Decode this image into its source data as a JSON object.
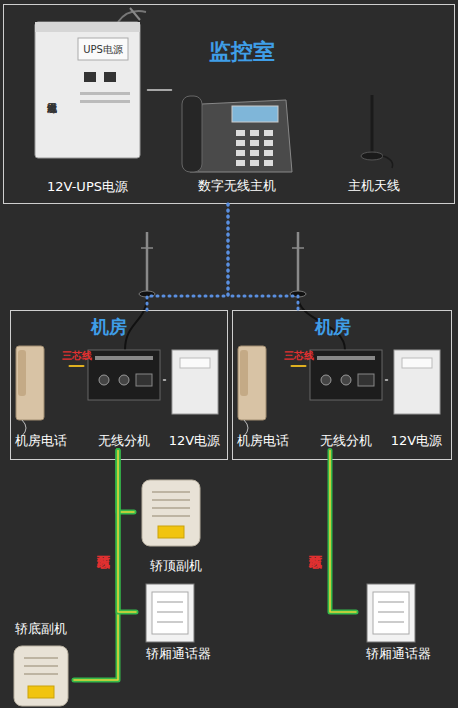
{
  "diagram": {
    "nodes": [
      {
        "text": [
          "监控室"
        ]
      },
      {
        "text": [
          "12V-UPS电源"
        ],
        "in": 0
      },
      {
        "text": [
          "数字无线主机"
        ],
        "in": 0
      },
      {
        "text": [
          "主机天线"
        ],
        "in": 0
      },
      {
        "text": [
          "机房"
        ]
      },
      {
        "text": [
          "机房电话"
        ],
        "in": 4
      },
      {
        "text": [
          "无线分机"
        ],
        "in": 4
      },
      {
        "text": [
          "12V电源"
        ],
        "in": 4
      },
      {
        "text": [
          "机房"
        ]
      },
      {
        "text": [
          "机房电话"
        ],
        "in": 8
      },
      {
        "text": [
          "无线分机"
        ],
        "in": 8
      },
      {
        "text": [
          "12V电源"
        ],
        "in": 8
      },
      {
        "text": [
          "轿顶副机"
        ]
      },
      {
        "text": [
          "轿底副机"
        ]
      },
      {
        "text": [
          "轿厢通话器"
        ]
      },
      {
        "text": [
          "轿厢通话器"
        ]
      }
    ],
    "edges": [
      {
        "from": 1,
        "to": 2,
        "arrow": "none"
      },
      {
        "from": 0,
        "to": 4,
        "arrow": "none"
      },
      {
        "from": 0,
        "to": 8,
        "arrow": "none"
      },
      {
        "from": 5,
        "to": 6,
        "arrow": "none",
        "label": "三芯线"
      },
      {
        "from": 6,
        "to": 7,
        "arrow": "none"
      },
      {
        "from": 9,
        "to": 10,
        "arrow": "none",
        "label": "三芯线"
      },
      {
        "from": 10,
        "to": 11,
        "arrow": "none"
      },
      {
        "from": 6,
        "to": 12,
        "arrow": "none"
      },
      {
        "from": 6,
        "to": 13,
        "arrow": "none",
        "label": "两芯线"
      },
      {
        "from": 6,
        "to": 14,
        "arrow": "none"
      },
      {
        "from": 10,
        "to": 15,
        "arrow": "none",
        "label": "两芯线"
      }
    ],
    "labels": [
      "UPS电源",
      "无线对讲专用电源"
    ]
  }
}
